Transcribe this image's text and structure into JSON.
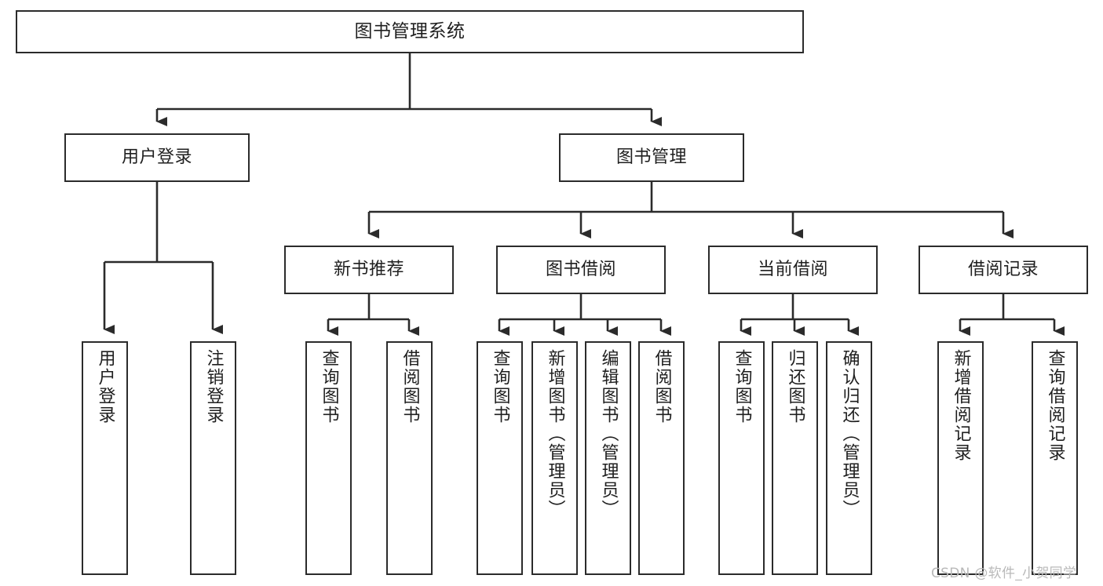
{
  "diagram": {
    "type": "tree-hierarchy-chart",
    "title": "图书管理系统",
    "colors": {
      "box_border": "#2b2b2b",
      "box_fill": "#ffffff",
      "connector": "#2b2b2b",
      "text": "#1f1f1f",
      "watermark": "#b9b9b9",
      "background": "#ffffff"
    },
    "levels": {
      "level1": "系统",
      "level2": "模块",
      "level3": "子模块",
      "level4": "功能"
    }
  },
  "nodes": {
    "root": {
      "label": "图书管理系统"
    },
    "level2": [
      {
        "id": "user-login",
        "label": "用户登录"
      },
      {
        "id": "book-management",
        "label": "图书管理"
      }
    ],
    "level3": [
      {
        "id": "new-book-recommend",
        "label": "新书推荐"
      },
      {
        "id": "book-borrow",
        "label": "图书借阅"
      },
      {
        "id": "current-borrow",
        "label": "当前借阅"
      },
      {
        "id": "borrow-record",
        "label": "借阅记录"
      }
    ],
    "leaves": {
      "user_login": [
        {
          "id": "leaf-user-login",
          "label": "用户登录"
        },
        {
          "id": "leaf-logout-login",
          "label": "注销登录"
        }
      ],
      "new_book_recommend": [
        {
          "id": "leaf-query-book-1",
          "label": "查询图书"
        },
        {
          "id": "leaf-borrow-book-1",
          "label": "借阅图书"
        }
      ],
      "book_borrow": [
        {
          "id": "leaf-query-book-2",
          "label": "查询图书"
        },
        {
          "id": "leaf-add-book",
          "label": "新增图书（管理员）"
        },
        {
          "id": "leaf-edit-book",
          "label": "编辑图书（管理员）"
        },
        {
          "id": "leaf-borrow-book-2",
          "label": "借阅图书"
        }
      ],
      "current_borrow": [
        {
          "id": "leaf-query-book-3",
          "label": "查询图书"
        },
        {
          "id": "leaf-return-book",
          "label": "归还图书"
        },
        {
          "id": "leaf-confirm-return",
          "label": "确认归还（管理员）"
        }
      ],
      "borrow_record": [
        {
          "id": "leaf-add-record",
          "label": "新增借阅记录"
        },
        {
          "id": "leaf-query-record",
          "label": "查询借阅记录"
        }
      ]
    }
  },
  "watermark": {
    "text": "CSDN @软件_小贺同学"
  }
}
